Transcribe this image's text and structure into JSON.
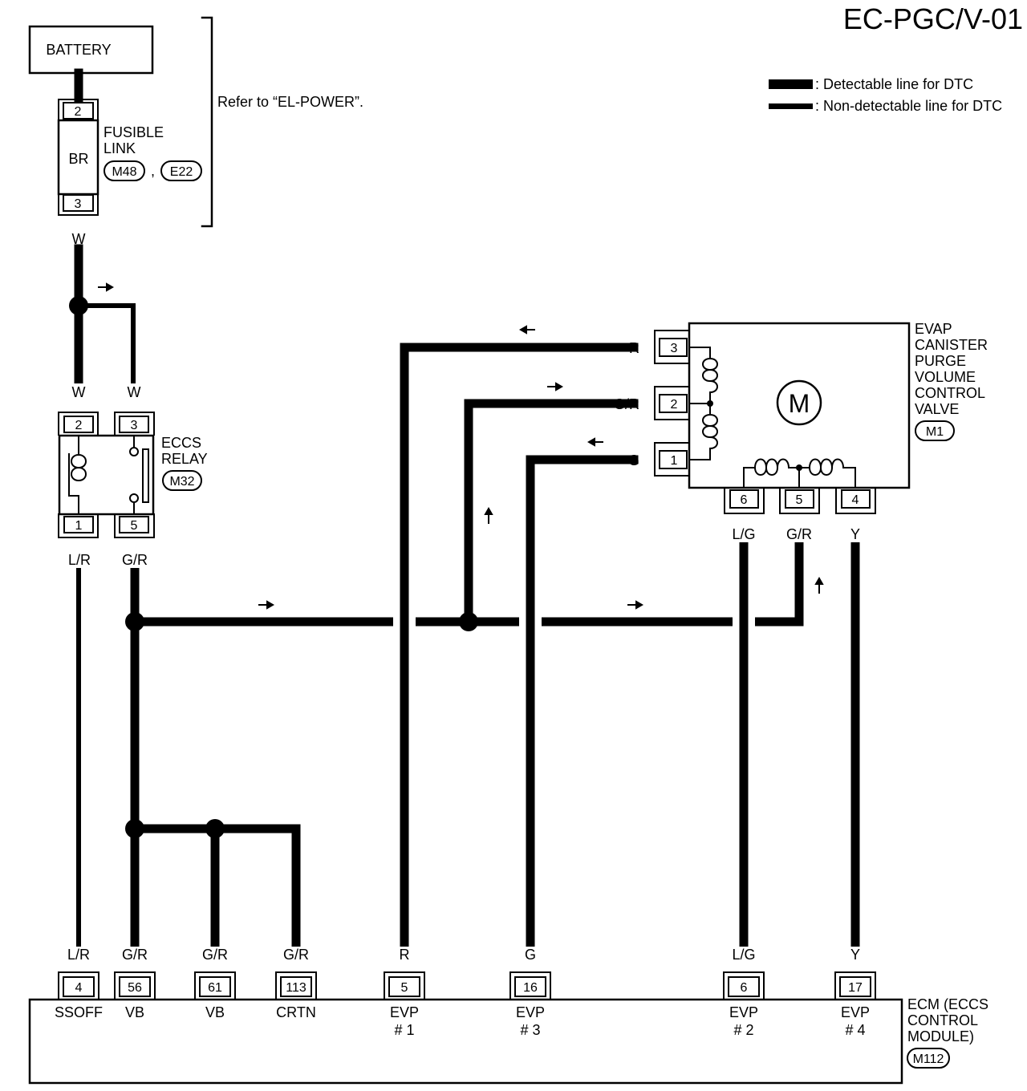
{
  "title": "EC-PGC/V-01",
  "legend": {
    "detectable": ": Detectable line for DTC",
    "non_detectable": ": Non-detectable line for DTC"
  },
  "battery": {
    "label": "BATTERY"
  },
  "refer_note": "Refer to “EL-POWER”.",
  "fusible_link": {
    "line1": "FUSIBLE",
    "line2": "LINK",
    "color": "BR",
    "pin_top": "2",
    "pin_bottom": "3",
    "conn_a": "M48",
    "separator": ",",
    "conn_b": "E22"
  },
  "eccs_relay": {
    "line1": "ECCS",
    "line2": "RELAY",
    "conn": "M32",
    "pins": {
      "p2": "2",
      "p3": "3",
      "p1": "1",
      "p5": "5"
    }
  },
  "evap_valve": {
    "lines": [
      "EVAP",
      "CANISTER",
      "PURGE",
      "VOLUME",
      "CONTROL",
      "VALVE"
    ],
    "conn": "M1",
    "motor_symbol": "M",
    "pins_left": [
      "3",
      "2",
      "1"
    ],
    "pins_bottom": [
      "6",
      "5",
      "4"
    ]
  },
  "wire_colors": {
    "w_top": "W",
    "w_left": "W",
    "w_right": "W",
    "relay_out_left": "L/R",
    "relay_out_right": "G/R",
    "valve_r": "R",
    "valve_gr": "G/R",
    "valve_g": "G",
    "valve_lg": "L/G",
    "valve_gr_bottom": "G/R",
    "valve_y": "Y"
  },
  "ecm": {
    "line1": "ECM (ECCS",
    "line2": "CONTROL",
    "line3": "MODULE)",
    "conn": "M112",
    "terminals": [
      {
        "pin": "4",
        "wire": "L/R",
        "name": "SSOFF",
        "sub": ""
      },
      {
        "pin": "56",
        "wire": "G/R",
        "name": "VB",
        "sub": ""
      },
      {
        "pin": "61",
        "wire": "G/R",
        "name": "VB",
        "sub": ""
      },
      {
        "pin": "113",
        "wire": "G/R",
        "name": "CRTN",
        "sub": ""
      },
      {
        "pin": "5",
        "wire": "R",
        "name": "EVP",
        "sub": "# 1"
      },
      {
        "pin": "16",
        "wire": "G",
        "name": "EVP",
        "sub": "# 3"
      },
      {
        "pin": "6",
        "wire": "L/G",
        "name": "EVP",
        "sub": "# 2"
      },
      {
        "pin": "17",
        "wire": "Y",
        "name": "EVP",
        "sub": "# 4"
      }
    ]
  }
}
